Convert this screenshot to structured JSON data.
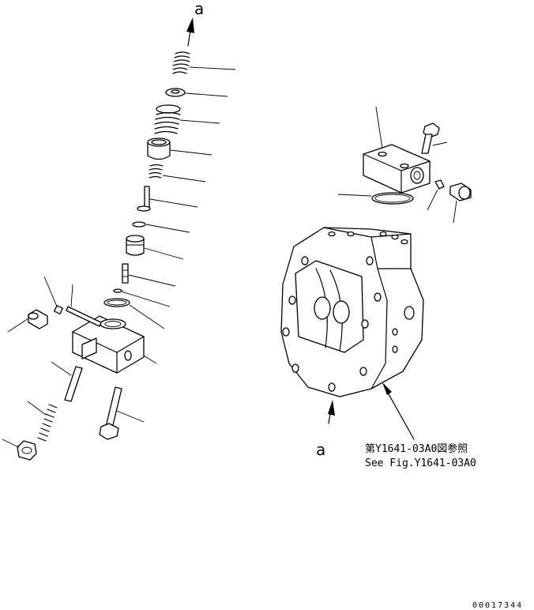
{
  "labels": {
    "view_top": "a",
    "view_bottom": "a",
    "ref_jp": "第Y1641-03A0図参照",
    "ref_en": "See Fig.Y1641-03A0"
  },
  "drawing_code": "00017344"
}
